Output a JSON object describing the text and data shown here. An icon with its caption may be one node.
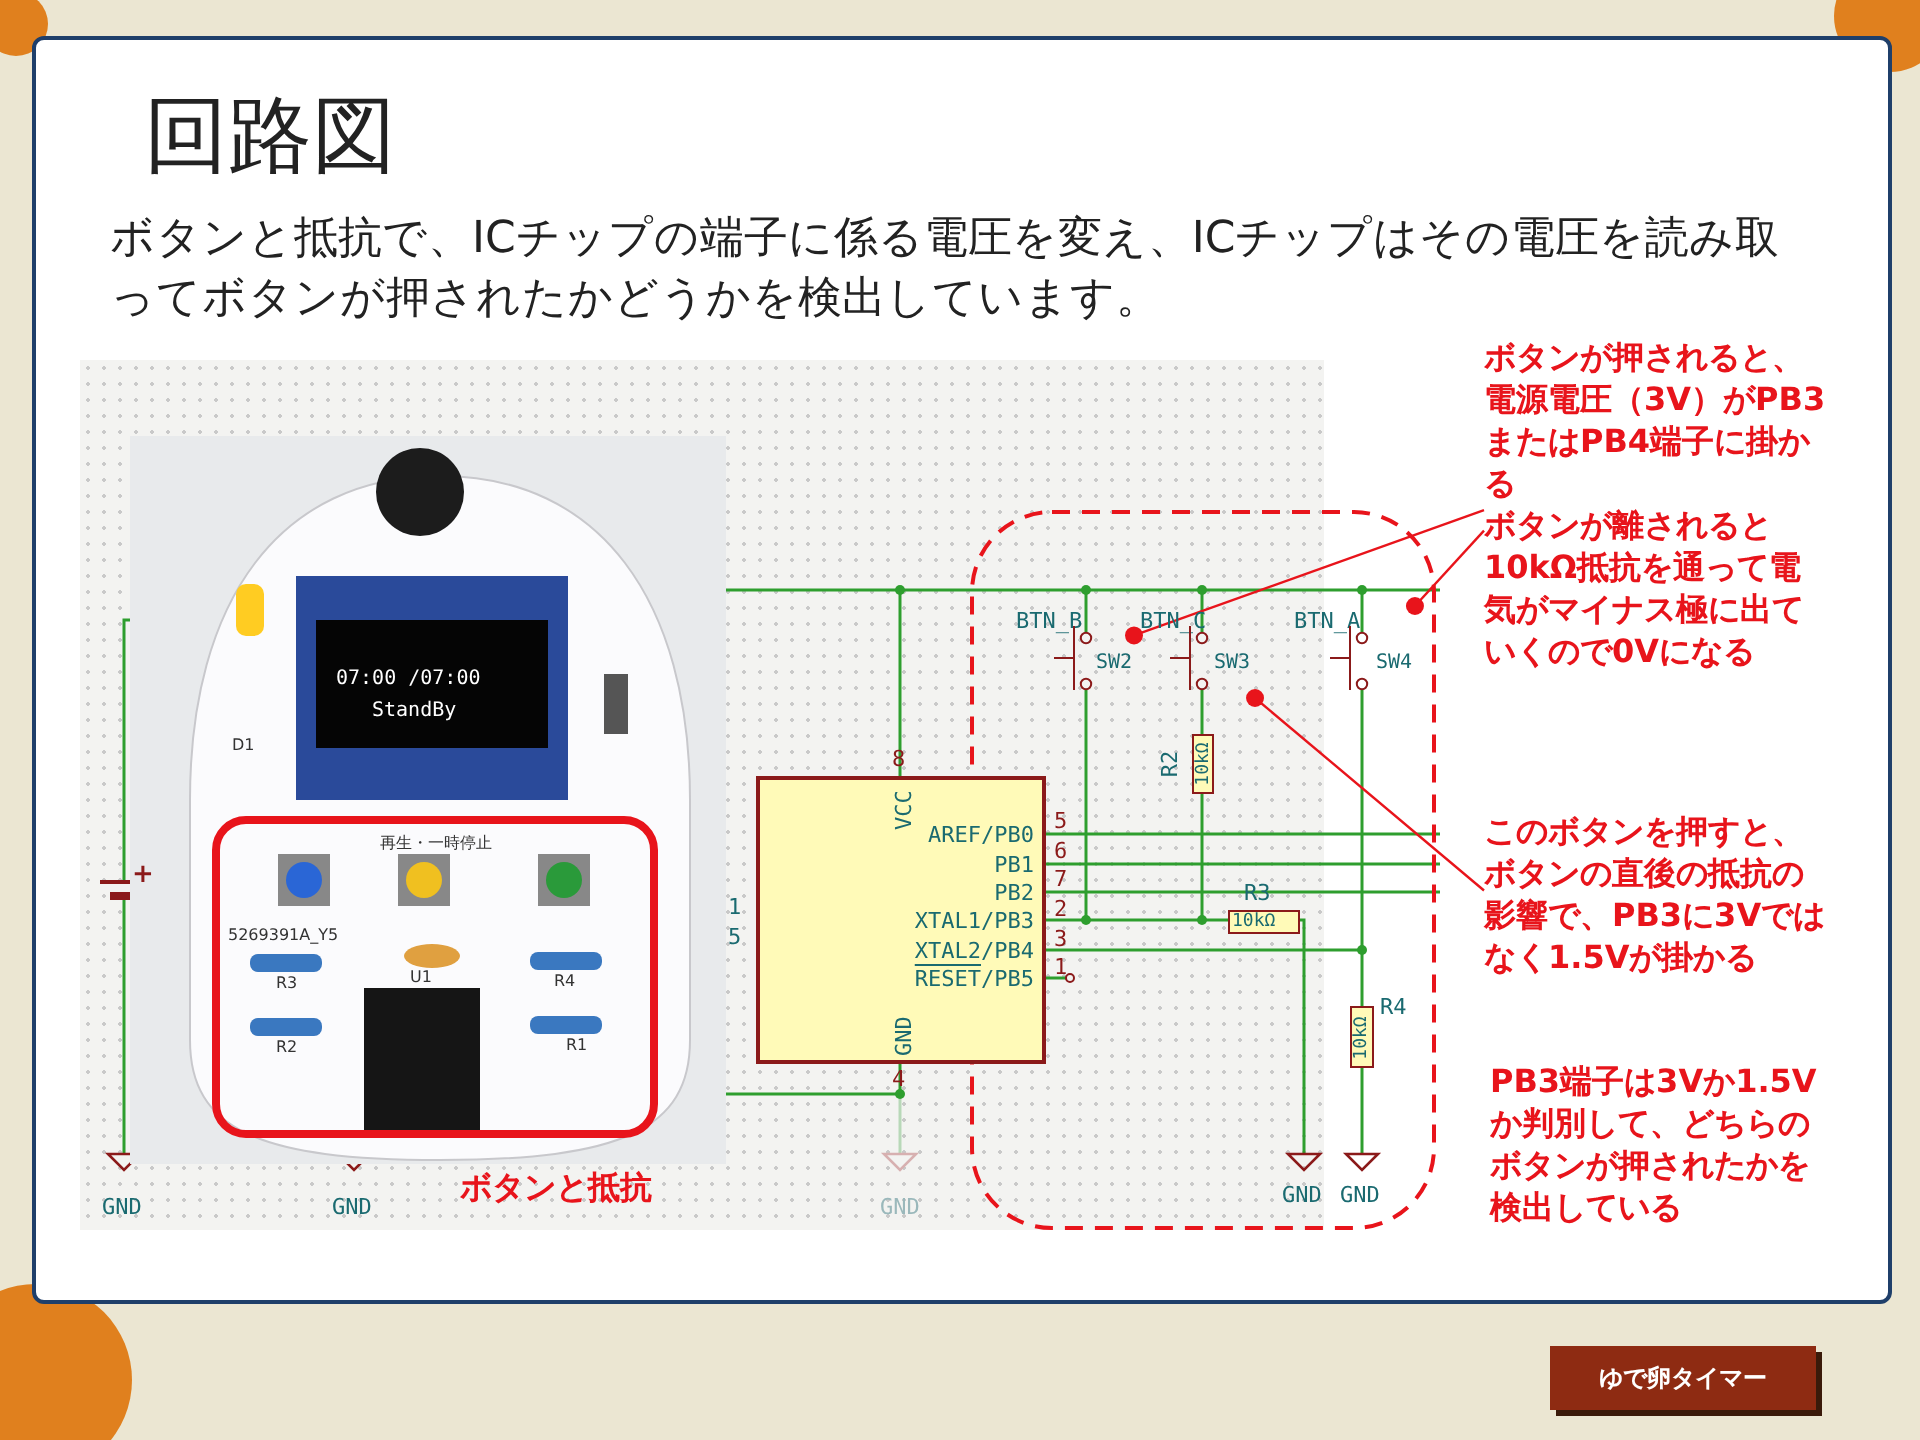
{
  "diagram": {
    "title": "回路図",
    "nodes": [
      {
        "text": [
          "ボタンが押されると、電源電圧（3V）がPB3またはPB4端子に掛かる",
          "ボタンが離されると10kΩ抵抗を通って電気がマイナス極に出ていくので0Vになる"
        ]
      },
      {
        "text": [
          "BTN_B",
          "SW2"
        ]
      },
      {
        "text": [
          "BTN_C",
          "SW3"
        ]
      },
      {
        "text": [
          "BTN_A",
          "SW4"
        ]
      },
      {
        "text": [
          "VCC",
          "AREF/PB0",
          "PB1",
          "PB2",
          "XTAL1/PB3",
          "XTAL2/PB4",
          "RESET/PB5",
          "GND"
        ]
      },
      {
        "text": [
          "10kΩ"
        ],
        "beside": [
          "R2"
        ]
      },
      {
        "text": [
          "10kΩ"
        ],
        "beside": [
          "R3"
        ]
      },
      {
        "text": [
          "10kΩ"
        ],
        "beside": [
          "R4"
        ]
      },
      {
        "text": [
          "このボタンを押すと、ボタンの直後の抵抗の影響で、PB3に3Vではなく1.5Vが掛かる"
        ]
      },
      {
        "text": [
          "ゆで卵タイマー"
        ]
      }
    ],
    "edges": [
      {
        "from": 0,
        "to": 1,
        "arrow": "other"
      },
      {
        "from": 0,
        "to": 3,
        "arrow": "other"
      },
      {
        "from": 8,
        "to": 2,
        "arrow": "other"
      }
    ],
    "labels": [
      "ボタンと抵抗で、ICチップの端子に係る電圧を変え、ICチップはその電圧を読み取ってボタンが押されたかどうかを検出しています。",
      "07:00 /07:00",
      "StandBy",
      "D1",
      "再生・一時停止",
      "5269391A_Y5",
      "R3",
      "U1",
      "R4",
      "R2",
      "R1",
      "8",
      "5",
      "6",
      "7",
      "2",
      "3",
      "1",
      "4",
      "1",
      "5",
      "+",
      "GND",
      "GND",
      "GND",
      "GND",
      "GND",
      "ボタンと抵抗",
      "PB3端子は3Vか1.5Vか判別して、どちらのボタンが押されたかを検出している"
    ]
  }
}
